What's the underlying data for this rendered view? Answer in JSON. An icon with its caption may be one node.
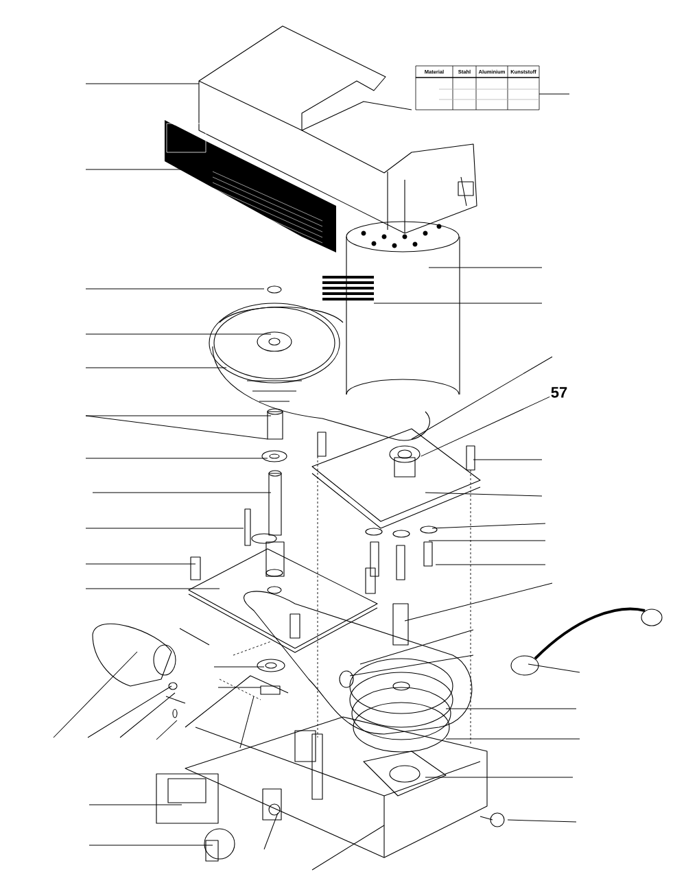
{
  "diagram": {
    "nodes": [
      {
        "text": [
          "57"
        ]
      },
      {
        "text": [],
        "shape": "picture"
      }
    ],
    "edges": [
      {
        "from": 0,
        "to": 1,
        "arrow": "none"
      }
    ],
    "labels": [
      "Material",
      "Stahl",
      "Aluminium",
      "Kunststoff"
    ]
  }
}
